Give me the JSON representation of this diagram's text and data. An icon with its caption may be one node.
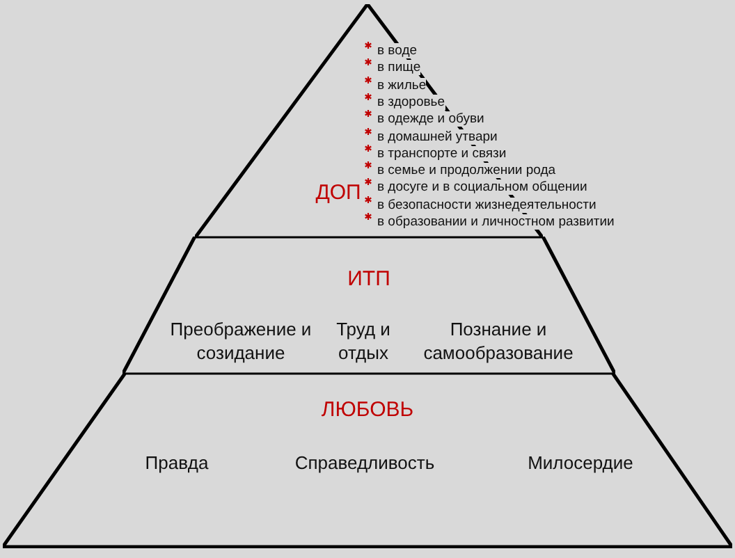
{
  "diagram": {
    "nodes": [
      {
        "text": [
          "ДОП"
        ]
      },
      {
        "text": [
          "ИТП",
          "Преображение и созидание",
          "Труд и отдых",
          "Познание и самообразование"
        ]
      },
      {
        "text": [
          "ЛЮБОВЬ",
          "Правда",
          "Справедливость",
          "Милосердие"
        ]
      }
    ],
    "edges": [],
    "labels": [
      "в воде",
      "в пище",
      "в жилье",
      "в здоровье",
      "в одежде и обуви",
      "в домашней утвари",
      "в транспорте и связи",
      "в семье и продолжении рода",
      "в досуге и в социальном общении",
      "в безопасности жизнедеятельности",
      "в образовании и личностном развитии"
    ]
  }
}
